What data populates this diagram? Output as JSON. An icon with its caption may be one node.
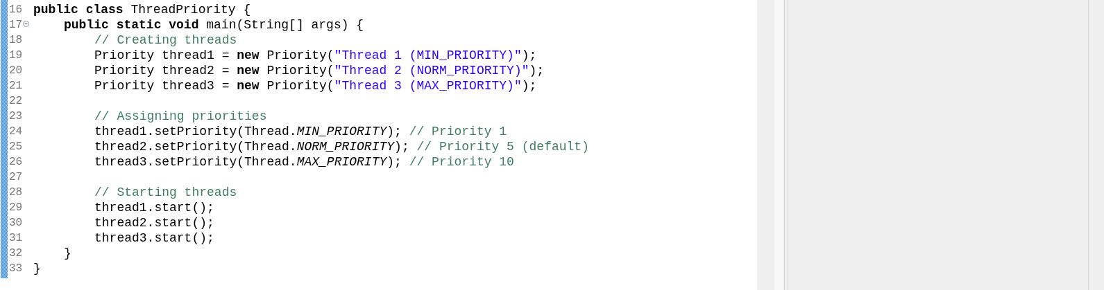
{
  "diagram": {
    "labels": [
      "16",
      "**public** **class** ThreadPriority {",
      "17",
      "**public** **static** **void** main(String[] args) {",
      "18",
      "// Creating threads",
      "19",
      "Priority thread1 = **new** Priority(\"Thread 1 (MIN_PRIORITY)\");",
      "20",
      "Priority thread2 = **new** Priority(\"Thread 2 (NORM_PRIORITY)\");",
      "21",
      "Priority thread3 = **new** Priority(\"Thread 3 (MAX_PRIORITY)\");",
      "22",
      "23",
      "// Assigning priorities",
      "24",
      "thread1.setPriority(Thread.*MIN_PRIORITY*); // Priority 1",
      "25",
      "thread2.setPriority(Thread.*NORM_PRIORITY*); // Priority 5 (default)",
      "26",
      "thread3.setPriority(Thread.*MAX_PRIORITY*); // Priority 10",
      "27",
      "28",
      "// Starting threads",
      "29",
      "thread1.start();",
      "30",
      "thread2.start();",
      "31",
      "thread3.start();",
      "32",
      "}",
      "33",
      "}"
    ]
  }
}
